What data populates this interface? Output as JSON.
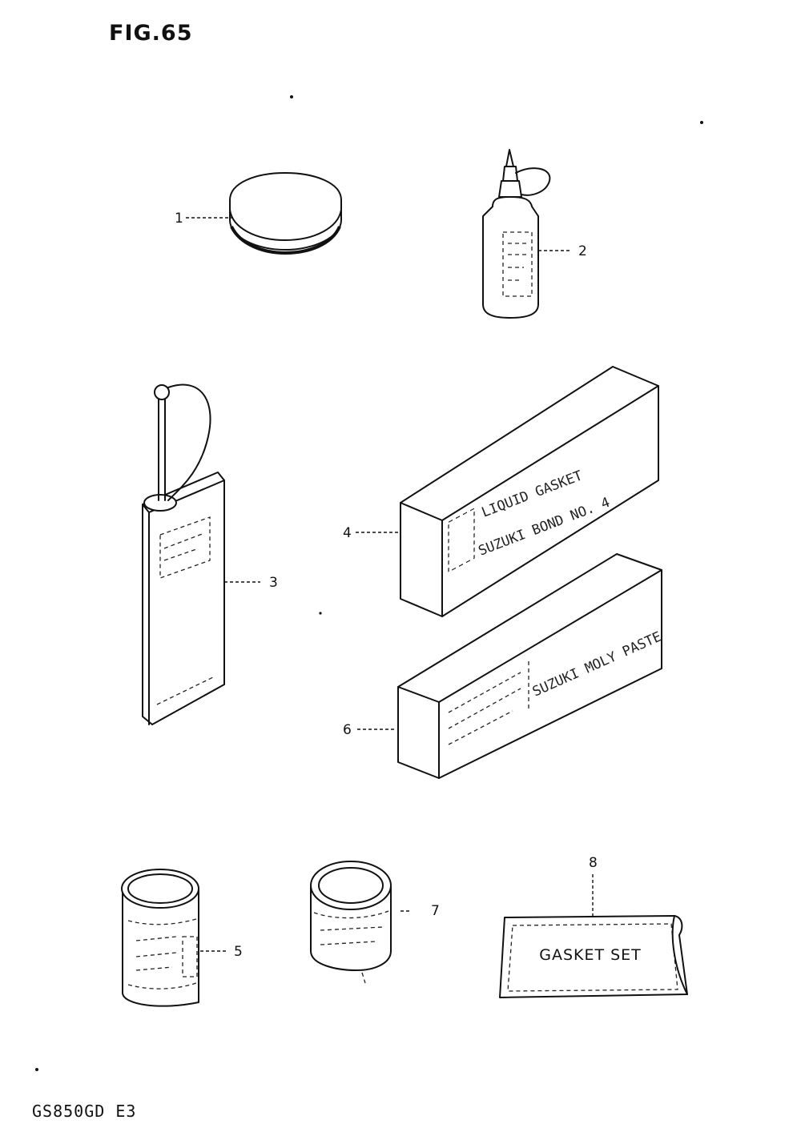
{
  "figure": {
    "title": "FIG.65",
    "model_code": "GS850GD E3"
  },
  "callouts": {
    "c1": "1",
    "c2": "2",
    "c3": "3",
    "c4": "4",
    "c5": "5",
    "c6": "6",
    "c7": "7",
    "c8": "8"
  },
  "printed": {
    "box4_brand": "SUZUKI BOND NO. 4",
    "box4_sub": "LIQUID GASKET",
    "box6_brand": "SUZUKI MOLY PASTE",
    "gasket_set": "GASKET SET"
  }
}
